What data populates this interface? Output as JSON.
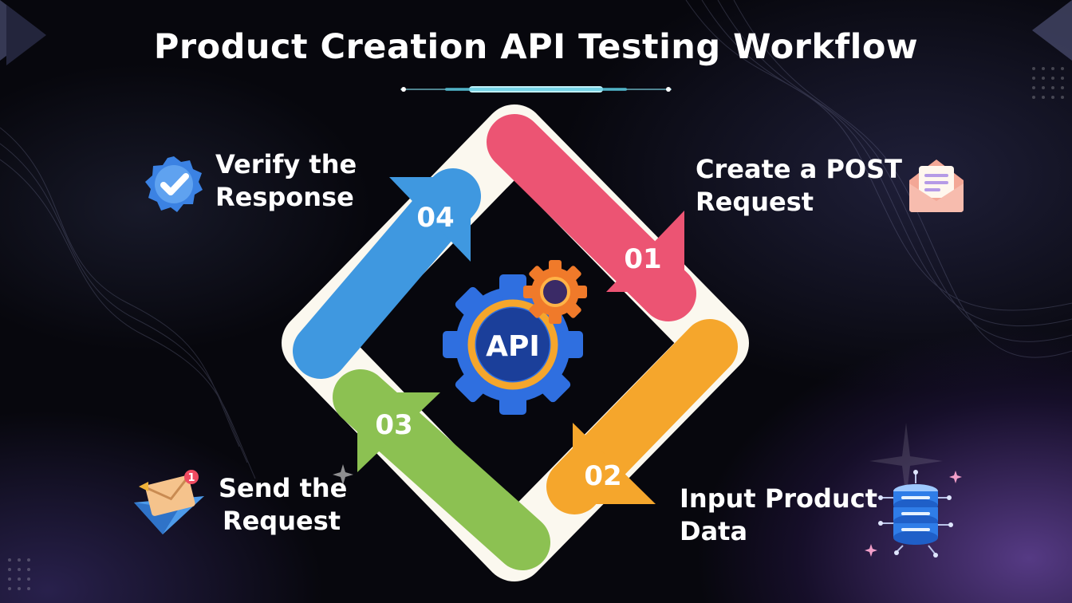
{
  "title": "Product Creation API Testing Workflow",
  "center_badge": "API",
  "colors": {
    "step1": "#ec5473",
    "step2": "#f5a62c",
    "step3": "#8cc152",
    "step4": "#3f98e0",
    "band": "#fbf8ef"
  },
  "steps": [
    {
      "number": "01",
      "line1": "Create a POST",
      "line2": "Request",
      "icon": "envelope-open-icon"
    },
    {
      "number": "02",
      "line1": "Input Product",
      "line2": "Data",
      "icon": "database-icon"
    },
    {
      "number": "03",
      "line1": "Send the",
      "line2": "Request",
      "icon": "sent-mail-icon"
    },
    {
      "number": "04",
      "line1": "Verify the",
      "line2": "Response",
      "icon": "verified-check-icon"
    }
  ]
}
